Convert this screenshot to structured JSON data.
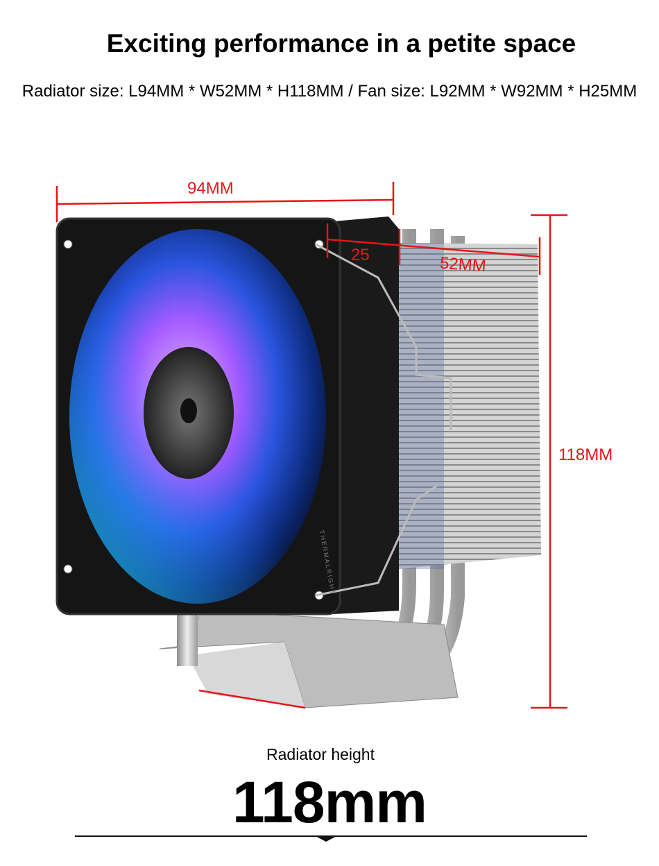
{
  "header": {
    "title": "Exciting performance in a petite space",
    "subtitle": "Radiator size: L94MM * W52MM * H118MM / Fan size: L92MM * W92MM * H25MM"
  },
  "dimensions": {
    "length": "94MM",
    "fan_thickness": "25",
    "width": "52MM",
    "height": "118MM"
  },
  "product": {
    "fan_brand": "THERMALRIGHT"
  },
  "footer": {
    "caption": "Radiator height",
    "value": "118mm"
  },
  "colors": {
    "dimension_line": "#e8141a"
  }
}
